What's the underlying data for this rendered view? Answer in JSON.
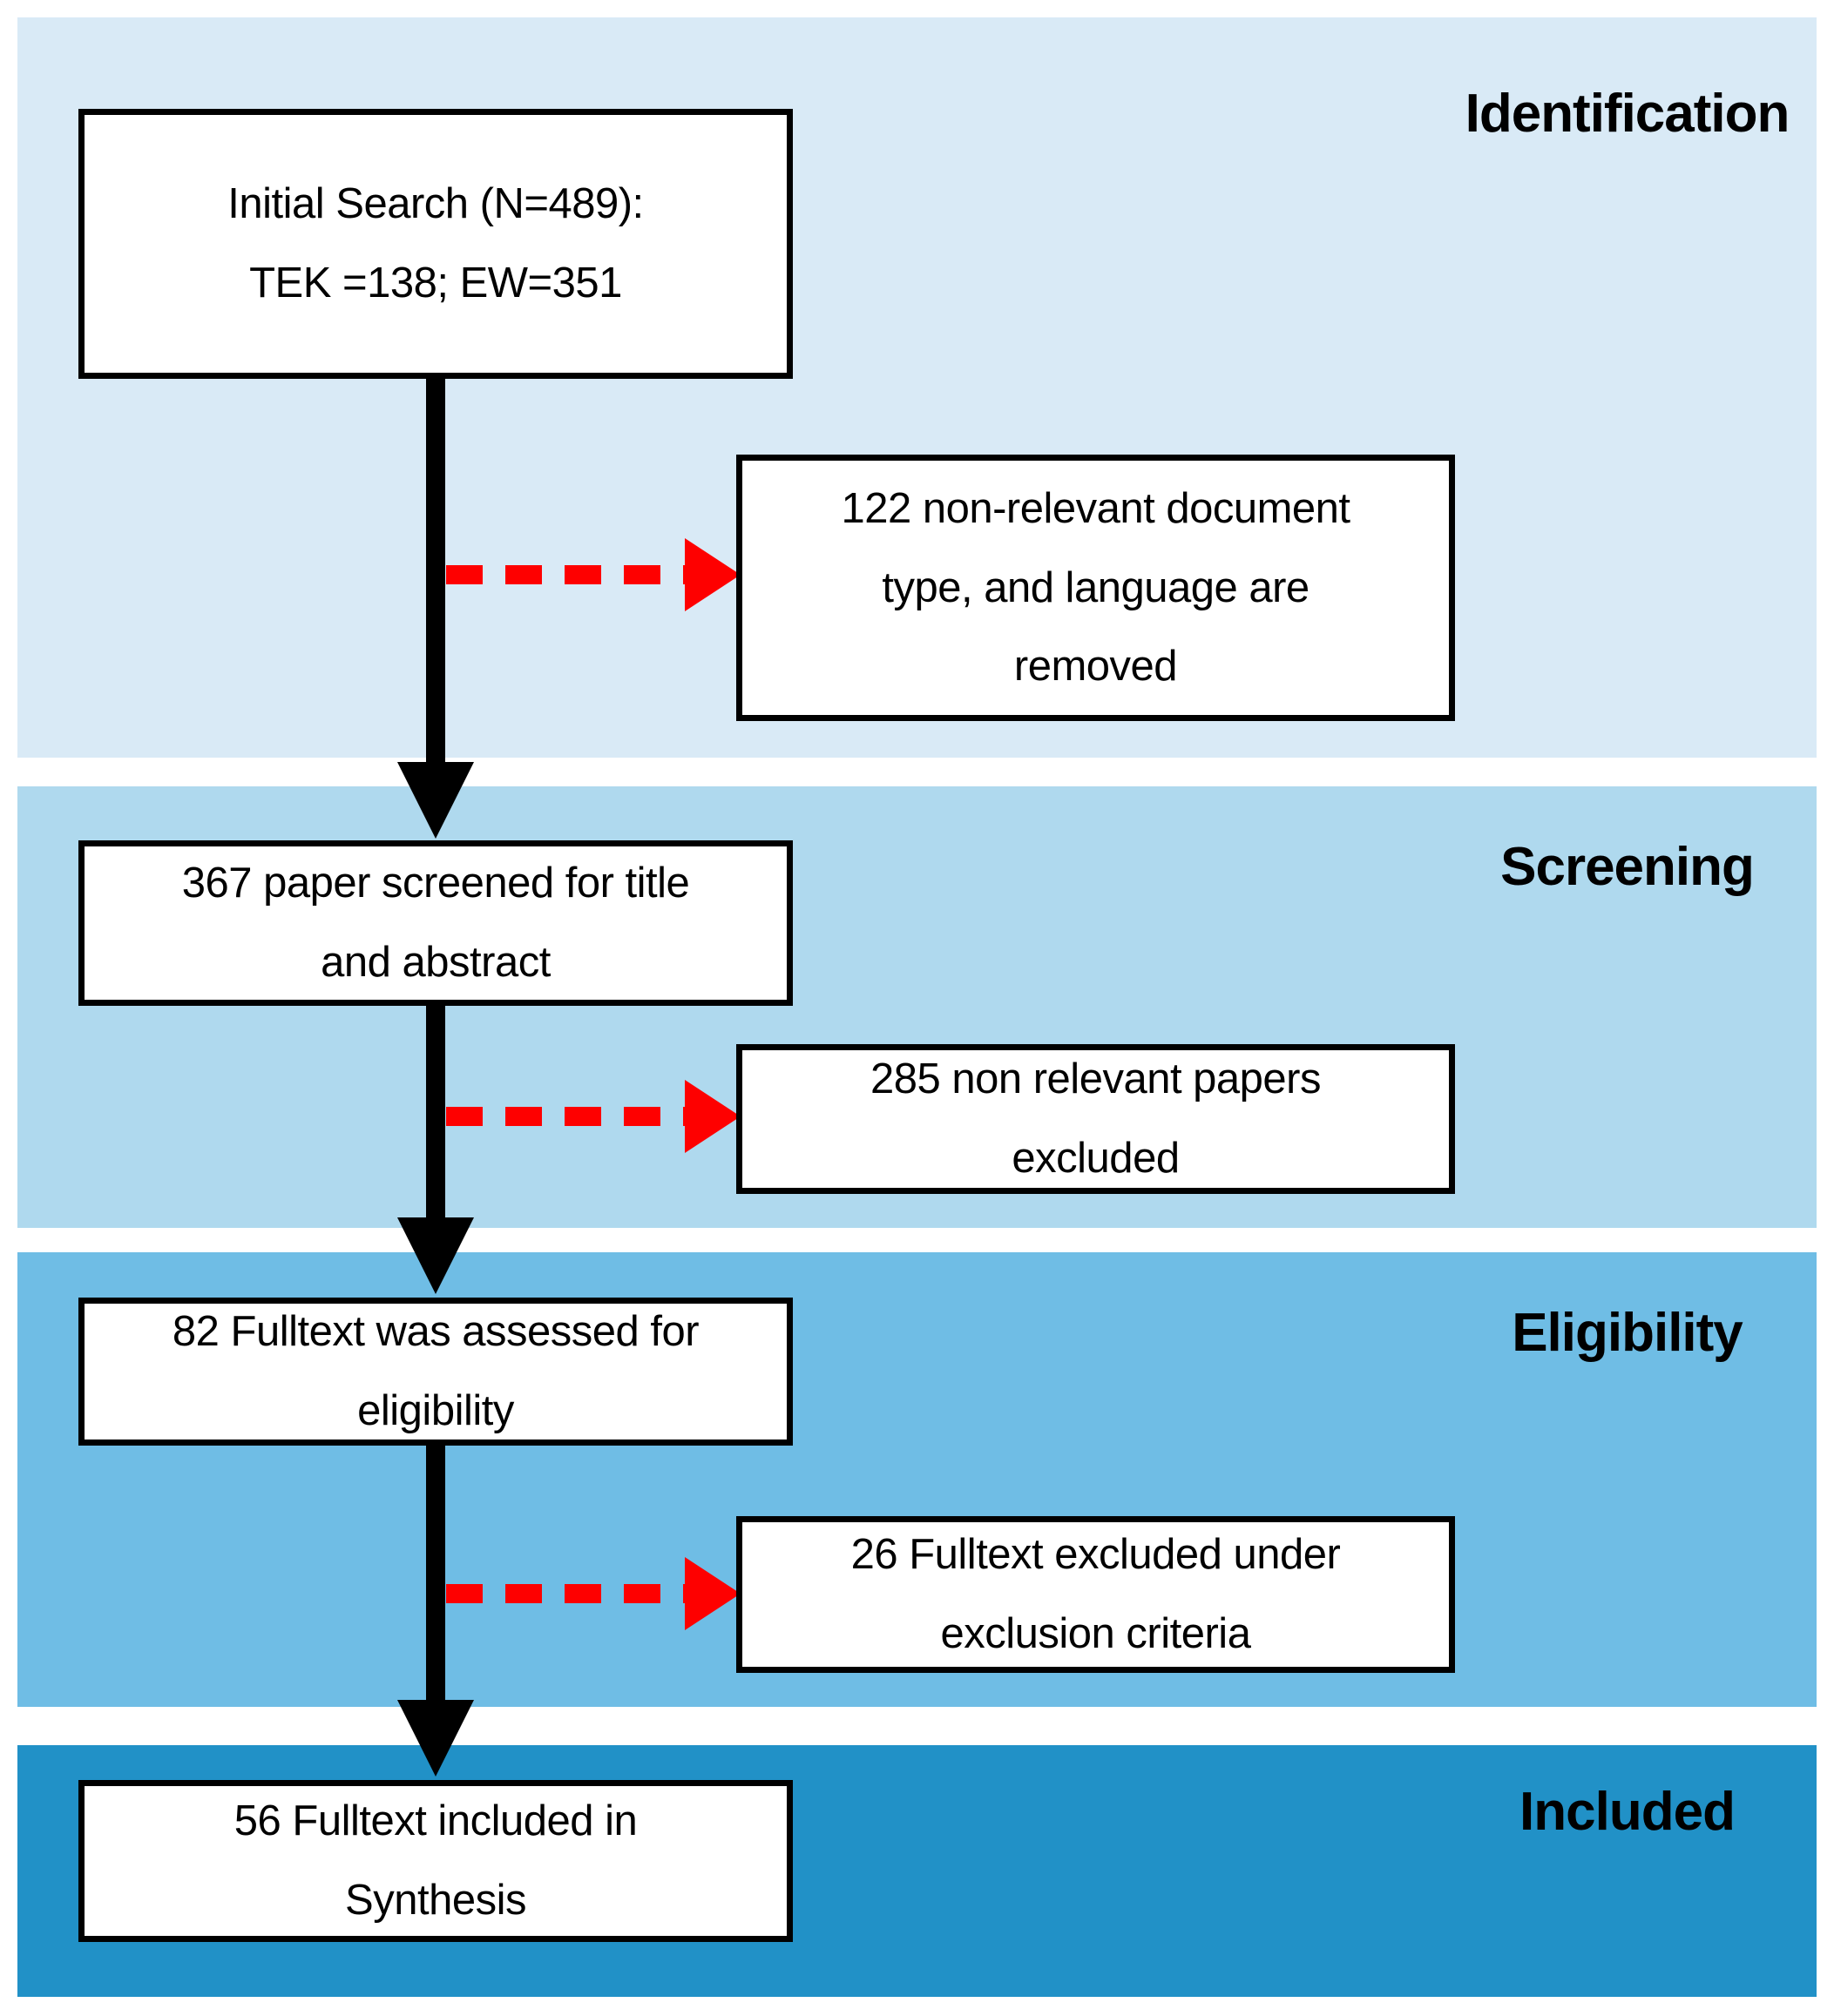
{
  "flow": {
    "diagram_type": "prisma-flow",
    "stages": [
      {
        "label": "Identification",
        "band_color": "#D9EAF6",
        "main_box": {
          "lines": [
            "Initial Search (N=489):",
            "TEK =138; EW=351"
          ]
        },
        "side_box": {
          "lines": [
            "122 non-relevant document",
            "type, and language are",
            "removed"
          ]
        }
      },
      {
        "label": "Screening",
        "band_color": "#AFD9EE",
        "main_box": {
          "lines": [
            "367 paper screened for title",
            "and abstract"
          ]
        },
        "side_box": {
          "lines": [
            "285 non relevant papers",
            "excluded"
          ]
        }
      },
      {
        "label": "Eligibility",
        "band_color": "#6FBDE5",
        "main_box": {
          "lines": [
            "82 Fulltext was assessed for",
            "eligibility"
          ]
        },
        "side_box": {
          "lines": [
            "26 Fulltext excluded under",
            "exclusion criteria"
          ]
        }
      },
      {
        "label": "Included",
        "band_color": "#2191C7",
        "main_box": {
          "lines": [
            "56 Fulltext included in",
            "Synthesis"
          ]
        }
      }
    ],
    "colors": {
      "flow_arrow": "#000000",
      "exclusion_arrow": "#FE0000",
      "box_fill": "#FFFFFF",
      "box_border": "#000000",
      "text": "#000000"
    }
  }
}
